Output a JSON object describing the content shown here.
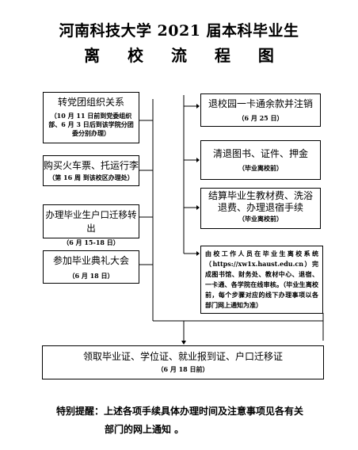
{
  "title": "河南科技大学 2021 届本科毕业生",
  "subtitle": "离 校 流 程 图",
  "left_steps": [
    {
      "main": "转党团组织关系",
      "sub": "（10 月 11 日前到党委组织部、6 月 3 日后到该学院分团委分别办理）"
    },
    {
      "main": "购买火车票、托运行李",
      "sub": "（第 16 周 到该校区办理处）"
    },
    {
      "main": "办理毕业生户口迁移转出",
      "sub": "（6 月 15-18 日）"
    },
    {
      "main": "参加毕业典礼大会",
      "sub": "（6 月 18 日）"
    }
  ],
  "right_steps": [
    {
      "main": "退校园一卡通余款并注销",
      "sub": "（6 月 25 日）"
    },
    {
      "main": "清退图书、证件、押金",
      "sub": "（毕业离校前）"
    },
    {
      "main": "结算毕业生教材费、洗浴退费、办理退宿手续",
      "sub": "（毕业离校前）"
    }
  ],
  "online_step": "由校工作人员在毕业生离校系统（https://xw1x.haust.edu.cn）完成图书馆、财务处、教材中心、退宿、一卡通、各学院在线审核。（毕业生离校前，每个步骤对应的线下办理事项以各部门网上通知为准）",
  "final_step": {
    "main": "领取毕业证、学位证、就业报到证、户口迁移证",
    "sub": "（6 月 18 日前）"
  },
  "note_line1": "特别提醒：上述各项手续具体办理时间及注意事项见各有关",
  "note_line2": "部门的网上通知 。"
}
